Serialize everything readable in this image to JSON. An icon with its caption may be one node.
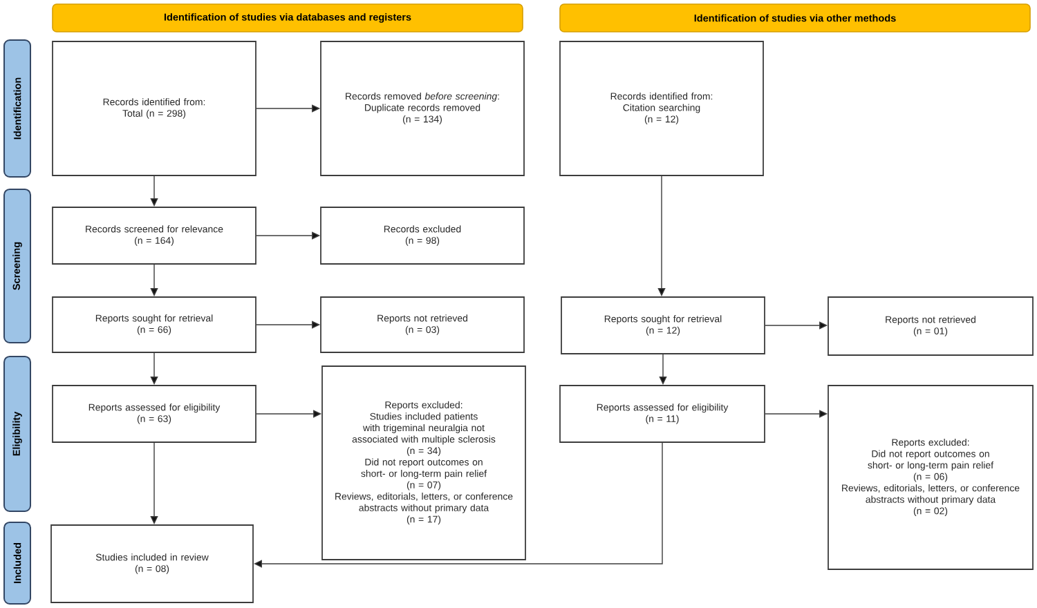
{
  "diagram": {
    "nodes": [
      {
        "text": [
          "Identification of studies via databases and registers"
        ]
      },
      {
        "text": [
          "Identification of studies via other methods"
        ]
      },
      {
        "text": [
          "Identification"
        ]
      },
      {
        "text": [
          "Screening"
        ]
      },
      {
        "text": [
          "Eligibility"
        ]
      },
      {
        "text": [
          "Included"
        ]
      },
      {
        "text": [
          "Records identified from:",
          "Total (n = 298)"
        ]
      },
      {
        "text": [
          "Records removed *before screening*:",
          "Duplicate records removed",
          "(n = 134)"
        ]
      },
      {
        "text": [
          "Records screened for relevance",
          "(n = 164)"
        ]
      },
      {
        "text": [
          "Records excluded",
          "(n = 98)"
        ]
      },
      {
        "text": [
          "Reports sought for retrieval",
          "(n = 66)"
        ]
      },
      {
        "text": [
          "Reports not retrieved",
          "(n = 03)"
        ]
      },
      {
        "text": [
          "Reports assessed for eligibility",
          "(n = 63)"
        ]
      },
      {
        "text": [
          "Reports excluded:",
          "Studies included patients with trigeminal neuralgia not associated with multiple sclerosis",
          "(n = 34)",
          "Did not report outcomes on short- or long-term pain relief",
          "(n = 07)",
          "Reviews, editorials, letters, or conference abstracts without primary data",
          "(n = 17)"
        ]
      },
      {
        "text": [
          "Studies included in review",
          "(n = 08)"
        ]
      },
      {
        "text": [
          "Records identified from:",
          "Citation searching",
          "(n = 12)"
        ]
      },
      {
        "text": [
          "Reports sought for retrieval",
          "(n = 12)"
        ]
      },
      {
        "text": [
          "Reports not retrieved",
          "(n = 01)"
        ]
      },
      {
        "text": [
          "Reports assessed for eligibility",
          "(n = 11)"
        ]
      },
      {
        "text": [
          "Reports excluded:",
          "Did not report outcomes on short- or long-term pain relief",
          "(n = 06)",
          "Reviews, editorials, letters, or conference abstracts without primary data",
          "(n = 02)"
        ]
      }
    ],
    "edges": [
      {
        "from": 6,
        "to": 7,
        "arrow": "to"
      },
      {
        "from": 6,
        "to": 8,
        "arrow": "to"
      },
      {
        "from": 8,
        "to": 9,
        "arrow": "to"
      },
      {
        "from": 8,
        "to": 10,
        "arrow": "to"
      },
      {
        "from": 10,
        "to": 11,
        "arrow": "to"
      },
      {
        "from": 10,
        "to": 12,
        "arrow": "to"
      },
      {
        "from": 12,
        "to": 13,
        "arrow": "to"
      },
      {
        "from": 12,
        "to": 14,
        "arrow": "to"
      },
      {
        "from": 15,
        "to": 16,
        "arrow": "to"
      },
      {
        "from": 16,
        "to": 17,
        "arrow": "to"
      },
      {
        "from": 16,
        "to": 18,
        "arrow": "to"
      },
      {
        "from": 18,
        "to": 19,
        "arrow": "to"
      },
      {
        "from": 18,
        "to": 14,
        "arrow": "to"
      }
    ]
  }
}
